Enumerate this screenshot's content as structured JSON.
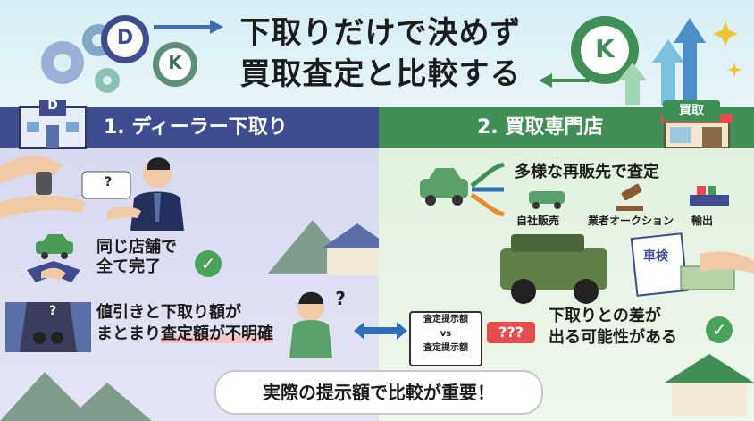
{
  "title": {
    "line1": "下取りだけで決めず",
    "line2": "買取査定と比較する"
  },
  "badges": {
    "d": "D",
    "k": "K"
  },
  "left": {
    "header": "1. ディーラー下取り",
    "building_letter": "D",
    "point1": {
      "line1": "同じ店舗で",
      "line2": "全て完了"
    },
    "point2": {
      "line1": "値引きと下取り額が",
      "line2_pre": "まとまり",
      "line2_highlight": "査定額が不明確"
    }
  },
  "right": {
    "header": "2. 買取専門店",
    "shop_sign": "買取",
    "resale_title": "多様な再販先で査定",
    "channels": [
      "自社販売",
      "業者オークション",
      "輸出"
    ],
    "shaken_label": "車検",
    "point1": {
      "line1": "下取りとの差が",
      "line2": "出る可能性がある"
    }
  },
  "compare_card": {
    "line1": "査定提示額",
    "vs": "vs",
    "line2": "査定提示額"
  },
  "price_tag": "???",
  "footer": "実際の提示額で比較が重要！",
  "colors": {
    "left_bar": "#3f4c8f",
    "right_bar": "#3f8f56",
    "check": "#4aa35a",
    "tag": "#e84b4b"
  }
}
